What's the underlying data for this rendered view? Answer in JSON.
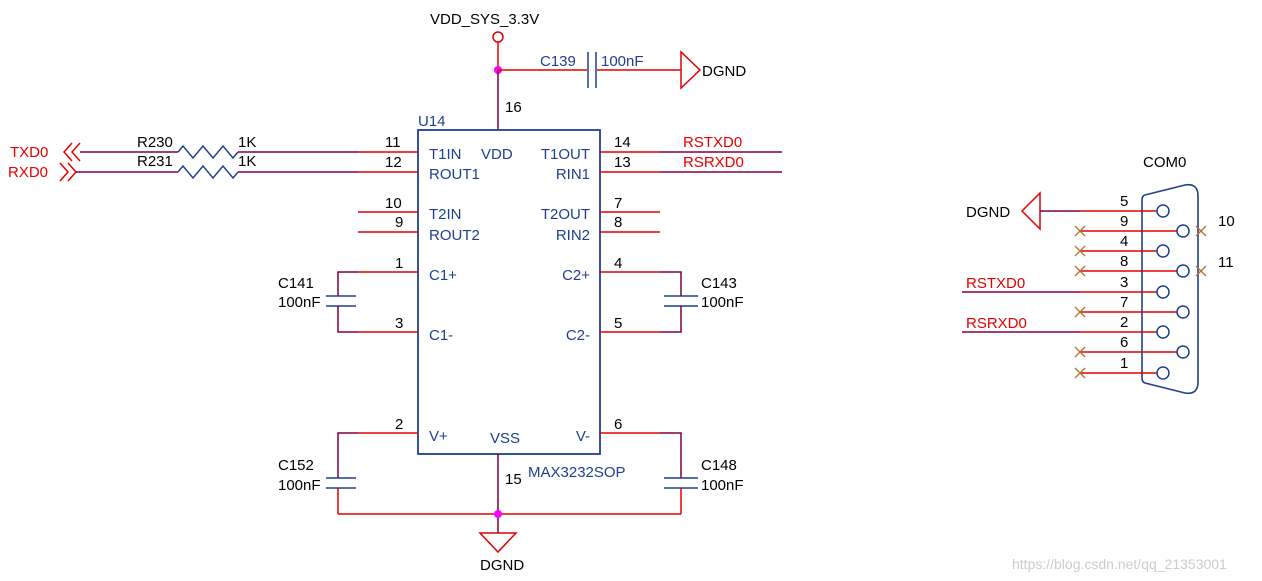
{
  "power": {
    "vdd_label": "VDD_SYS_3.3V",
    "dgnd_label": "DGND"
  },
  "ic": {
    "ref": "U14",
    "part": "MAX3232SOP",
    "pins": {
      "t1in": "T1IN",
      "rout1": "ROUT1",
      "t2in": "T2IN",
      "rout2": "ROUT2",
      "c1p": "C1+",
      "c1m": "C1-",
      "vp": "V+",
      "vdd": "VDD",
      "vss": "VSS",
      "t1out": "T1OUT",
      "rin1": "RIN1",
      "t2out": "T2OUT",
      "rin2": "RIN2",
      "c2p": "C2+",
      "c2m": "C2-",
      "vm": "V-"
    },
    "pin_numbers": {
      "p11": "11",
      "p12": "12",
      "p10": "10",
      "p9": "9",
      "p1": "1",
      "p3": "3",
      "p2": "2",
      "p16": "16",
      "p15": "15",
      "p14": "14",
      "p13": "13",
      "p7": "7",
      "p8": "8",
      "p4": "4",
      "p5": "5",
      "p6": "6"
    }
  },
  "components": {
    "c139": {
      "ref": "C139",
      "value": "100nF"
    },
    "c141": {
      "ref": "C141",
      "value": "100nF"
    },
    "c143": {
      "ref": "C143",
      "value": "100nF"
    },
    "c152": {
      "ref": "C152",
      "value": "100nF"
    },
    "c148": {
      "ref": "C148",
      "value": "100nF"
    },
    "r230": {
      "ref": "R230",
      "value": "1K"
    },
    "r231": {
      "ref": "R231",
      "value": "1K"
    }
  },
  "nets": {
    "txd": "TXD0",
    "rxd": "RXD0",
    "rstxd": "RSTXD0",
    "rsrxd": "RSRXD0"
  },
  "connector": {
    "ref": "COM0",
    "pins": {
      "p5": "5",
      "p9": "9",
      "p4": "4",
      "p8": "8",
      "p3": "3",
      "p7": "7",
      "p2": "2",
      "p6": "6",
      "p1": "1",
      "p10": "10",
      "p11": "11"
    }
  },
  "watermark": "https://blog.csdn.net/qq_21353001",
  "colors": {
    "wire": "#800040",
    "net_label": "#e60000",
    "component": "#1f3f8f",
    "junction": "#ff00ff",
    "no_connect": "#b87333"
  }
}
